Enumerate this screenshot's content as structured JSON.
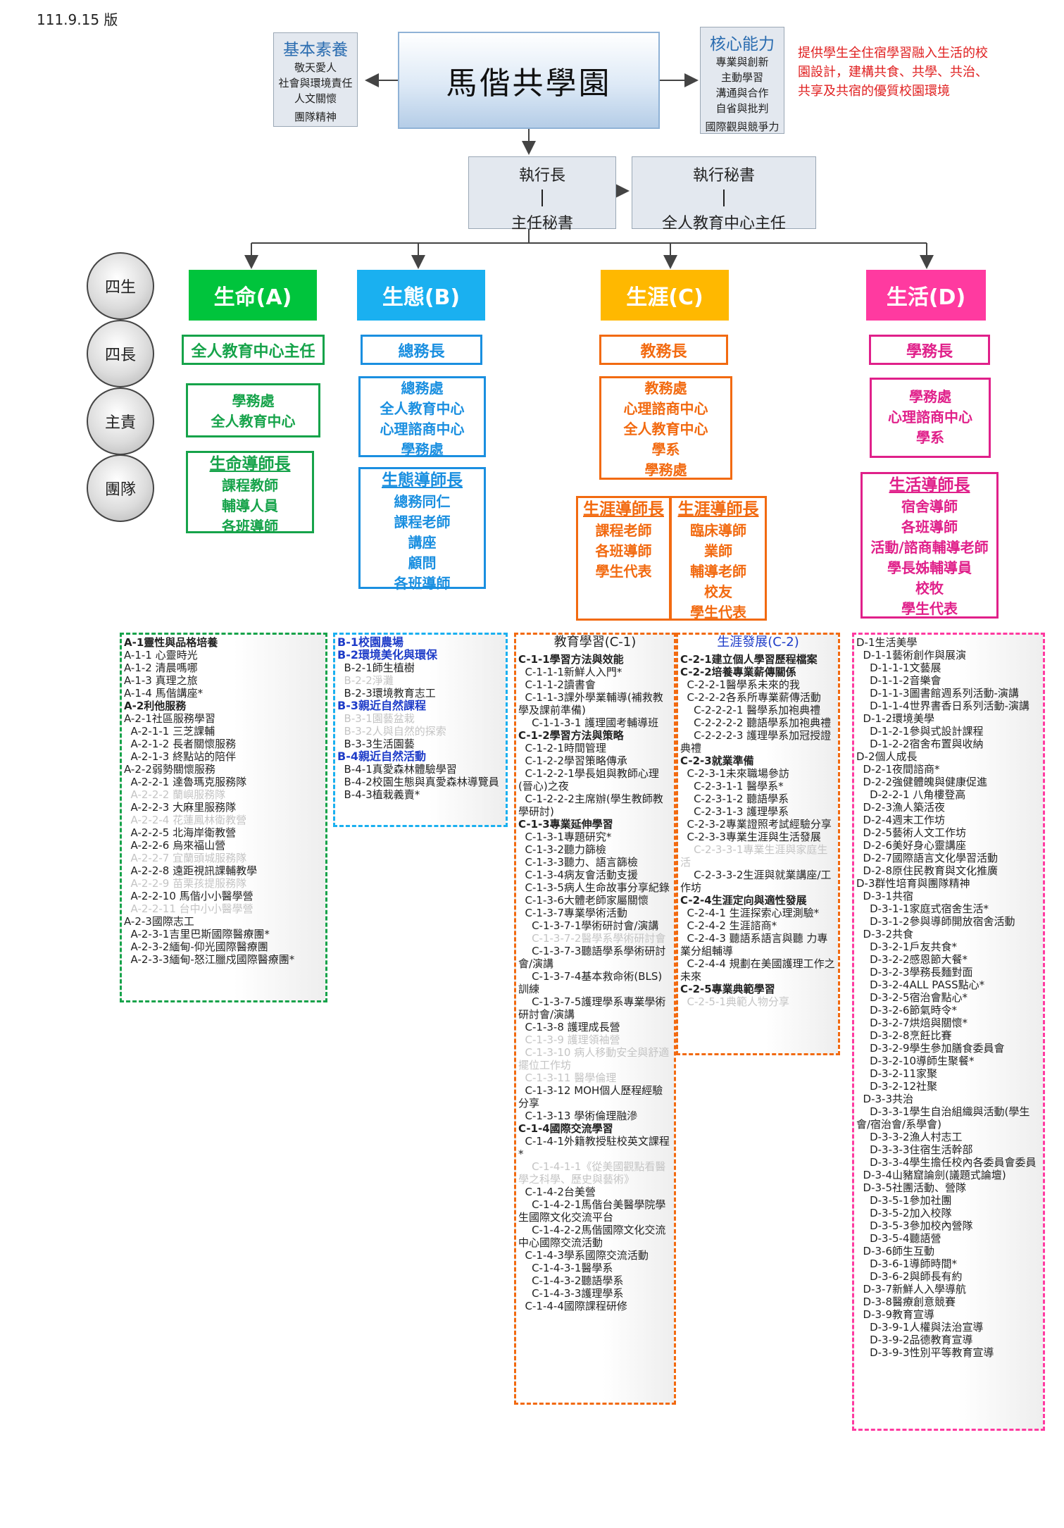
{
  "version": "111.9.15 版",
  "title": "馬偕共學園",
  "basic": {
    "head": "基本素養",
    "items": [
      "敬天愛人",
      "社會與環境責任",
      "人文關懷",
      "團隊精神"
    ]
  },
  "core": {
    "head": "核心能力",
    "items": [
      "專業與創新",
      "主動學習",
      "溝通與合作",
      "自省與批判",
      "國際觀與競爭力"
    ]
  },
  "vision": "提供學生全住宿學習融入生活的校園設計，建構共食、共學、共治、共享及共宿的優質校園環境",
  "exec": {
    "top1": "執行長",
    "bot1": "主任秘書",
    "top2": "執行秘書",
    "bot2": "全人教育中心主任"
  },
  "rows": [
    "四生",
    "四長",
    "主責",
    "團隊"
  ],
  "colors": {
    "A": "#00c43c",
    "B": "#1ab0f0",
    "C": "#ffb800",
    "D": "#ff3aa0"
  },
  "A": {
    "cat": "生命(A)",
    "lead": "全人教育中心主任",
    "resp": [
      "學務處",
      "全人教育中心"
    ],
    "team_head": "生命導師長",
    "team": [
      "課程教師",
      "輔導人員",
      "各班導師"
    ],
    "list": [
      {
        "t": "A-1靈性與品格培養",
        "s": "b"
      },
      {
        "t": "A-1-1 心靈時光"
      },
      {
        "t": "A-1-2 清晨嗎哪"
      },
      {
        "t": "A-1-3 真理之旅"
      },
      {
        "t": "A-1-4 馬偕講座*"
      },
      {
        "t": "A-2利他服務",
        "s": "b"
      },
      {
        "t": "A-2-1社區服務學習"
      },
      {
        "t": "  A-2-1-1 三芝課輔"
      },
      {
        "t": "  A-2-1-2 長者關懷服務"
      },
      {
        "t": "  A-2-1-3 終點站的陪伴"
      },
      {
        "t": "A-2-2弱勢關懷服務"
      },
      {
        "t": "  A-2-2-1 達魯瑪克服務隊"
      },
      {
        "t": "  A-2-2-2 蘭嶼服務隊",
        "s": "f"
      },
      {
        "t": "  A-2-2-3 大麻里服務隊"
      },
      {
        "t": "  A-2-2-4 花蓮鳳林衛教營",
        "s": "f"
      },
      {
        "t": "  A-2-2-5 北海岸衛教營"
      },
      {
        "t": "  A-2-2-6 烏來福山營"
      },
      {
        "t": "  A-2-2-7 宜蘭頭城服務隊",
        "s": "f"
      },
      {
        "t": "  A-2-2-8 遠距視訊課輔教學"
      },
      {
        "t": "  A-2-2-9 苗栗孩提服務隊",
        "s": "f"
      },
      {
        "t": "  A-2-2-10 馬偕小小醫學營"
      },
      {
        "t": "  A-2-2-11 台中小小醫學營",
        "s": "f"
      },
      {
        "t": "A-2-3國際志工"
      },
      {
        "t": "  A-2-3-1吉里巴斯國際醫療團*"
      },
      {
        "t": "  A-2-3-2緬甸-仰光國際醫療團"
      },
      {
        "t": "  A-2-3-3緬甸-怒江臘戍國際醫療團*"
      }
    ]
  },
  "B": {
    "cat": "生態(B)",
    "lead": "總務長",
    "resp": [
      "總務處",
      "全人教育中心",
      "心理諮商中心",
      "學務處"
    ],
    "team_head": "生態導師長",
    "team": [
      "總務同仁",
      "課程老師",
      "講座",
      "顧問",
      "各班導師"
    ],
    "list": [
      {
        "t": "B-1校園農場",
        "s": "u"
      },
      {
        "t": "B-2環境美化與環保",
        "s": "u"
      },
      {
        "t": "  B-2-1師生植樹"
      },
      {
        "t": "  B-2-2淨灘",
        "s": "f"
      },
      {
        "t": "  B-2-3環境教育志工"
      },
      {
        "t": "B-3親近自然課程",
        "s": "u"
      },
      {
        "t": "  B-3-1園藝盆栽",
        "s": "f"
      },
      {
        "t": "  B-3-2人與自然的探索",
        "s": "f"
      },
      {
        "t": "  B-3-3生活園藝"
      },
      {
        "t": "B-4親近自然活動",
        "s": "u"
      },
      {
        "t": "  B-4-1真愛森林體驗學習"
      },
      {
        "t": "  B-4-2校園生態與真愛森林導覽員"
      },
      {
        "t": "  B-4-3植栽義賣*"
      }
    ]
  },
  "C": {
    "cat": "生涯(C)",
    "lead": "教務長",
    "resp": [
      "教務處",
      "心理諮商中心",
      "全人教育中心",
      "學系",
      "學務處"
    ],
    "team1_head": "生涯導師長",
    "team1": [
      "課程老師",
      "各班導師",
      "學生代表"
    ],
    "team2_head": "生涯導師長",
    "team2": [
      "臨床導師",
      "業師",
      "輔導老師",
      "校友",
      "學生代表"
    ],
    "list1_head": "教育學習(C-1)",
    "list1": [
      {
        "t": "C-1-1學習方法與效能",
        "s": "b"
      },
      {
        "t": "  C-1-1-1新鮮人入門*"
      },
      {
        "t": "  C-1-1-2讀書會"
      },
      {
        "t": "  C-1-1-3課外學業輔導(補救教學及課前準備)"
      },
      {
        "t": "    C-1-1-3-1 護理國考輔導班"
      },
      {
        "t": "C-1-2學習方法與策略",
        "s": "b"
      },
      {
        "t": "  C-1-2-1時間管理"
      },
      {
        "t": "  C-1-2-2學習策略傳承"
      },
      {
        "t": "  C-1-2-2-1學長姐與教師心理(晉心)之夜"
      },
      {
        "t": "  C-1-2-2-2主席辦(學生教師教學研討)"
      },
      {
        "t": "C-1-3專業延伸學習",
        "s": "b"
      },
      {
        "t": "  C-1-3-1專題研究*"
      },
      {
        "t": "  C-1-3-2聽力篩檢"
      },
      {
        "t": "  C-1-3-3聽力、語言篩檢"
      },
      {
        "t": "  C-1-3-4病友會活動支援"
      },
      {
        "t": "  C-1-3-5病人生命故事分享紀錄"
      },
      {
        "t": "  C-1-3-6大體老師家屬關懷"
      },
      {
        "t": "  C-1-3-7專業學術活動"
      },
      {
        "t": "    C-1-3-7-1學術研討會/演講"
      },
      {
        "t": "    C-1-3-7-2醫學系學術研討會",
        "s": "f"
      },
      {
        "t": "    C-1-3-7-3聽語學系學術研討會/演講"
      },
      {
        "t": "    C-1-3-7-4基本救命術(BLS)訓練"
      },
      {
        "t": "    C-1-3-7-5護理學系專業學術研討會/演講"
      },
      {
        "t": "  C-1-3-8 護理成長營"
      },
      {
        "t": "  C-1-3-9 護理領袖營",
        "s": "f"
      },
      {
        "t": "  C-1-3-10 病人移動安全與舒適擺位工作坊",
        "s": "f"
      },
      {
        "t": "  C-1-3-11 醫學倫理",
        "s": "f"
      },
      {
        "t": "  C-1-3-12 MOH個人歷程經驗分享"
      },
      {
        "t": "  C-1-3-13 學術倫理融滲"
      },
      {
        "t": "C-1-4國際交流學習",
        "s": "b"
      },
      {
        "t": "  C-1-4-1外籍教授駐校英文課程*"
      },
      {
        "t": "    C-1-4-1-1《從美國觀點看醫學之科學、歷史與藝術》",
        "s": "f"
      },
      {
        "t": "  C-1-4-2台美營"
      },
      {
        "t": "    C-1-4-2-1馬偕台美醫學院學生國際文化交流平台"
      },
      {
        "t": "    C-1-4-2-2馬偕國際文化交流中心國際交流活動"
      },
      {
        "t": "  C-1-4-3學系國際交流活動"
      },
      {
        "t": "    C-1-4-3-1醫學系"
      },
      {
        "t": "    C-1-4-3-2聽語學系"
      },
      {
        "t": "    C-1-4-3-3護理學系"
      },
      {
        "t": "  C-1-4-4國際課程研修"
      }
    ],
    "list2_head": "生涯發展(C-2)",
    "list2": [
      {
        "t": "C-2-1建立個人學習歷程檔案",
        "s": "b"
      },
      {
        "t": "C-2-2培養專業薪傳關係",
        "s": "b"
      },
      {
        "t": "  C-2-2-1醫學系未來的我"
      },
      {
        "t": "  C-2-2-2各系所專業薪傳活動"
      },
      {
        "t": "    C-2-2-2-1 醫學系加袍典禮"
      },
      {
        "t": "    C-2-2-2-2 聽語學系加袍典禮"
      },
      {
        "t": "    C-2-2-2-3 護理學系加冠授證典禮"
      },
      {
        "t": "C-2-3就業準備",
        "s": "b"
      },
      {
        "t": "  C-2-3-1未來職場參訪"
      },
      {
        "t": "    C-2-3-1-1 醫學系*"
      },
      {
        "t": "    C-2-3-1-2 聽語學系"
      },
      {
        "t": "    C-2-3-1-3 護理學系"
      },
      {
        "t": "  C-2-3-2專業證照考試經驗分享"
      },
      {
        "t": "  C-2-3-3專業生涯與生活發展"
      },
      {
        "t": "    C-2-3-3-1專業生涯與家庭生活",
        "s": "f"
      },
      {
        "t": "    C-2-3-3-2生涯與就業講座/工作坊"
      },
      {
        "t": "C-2-4生涯定向與適性發展",
        "s": "b"
      },
      {
        "t": "  C-2-4-1 生涯探索心理測驗*"
      },
      {
        "t": "  C-2-4-2 生涯諮商*"
      },
      {
        "t": "  C-2-4-3 聽語系語言與聽 力專業分組輔導"
      },
      {
        "t": "  C-2-4-4 規劃在美國護理工作之未來"
      },
      {
        "t": "C-2-5專業典範學習",
        "s": "b"
      },
      {
        "t": "  C-2-5-1典範人物分享",
        "s": "f"
      }
    ]
  },
  "D": {
    "cat": "生活(D)",
    "lead": "學務長",
    "resp": [
      "學務處",
      "心理諮商中心",
      "學系"
    ],
    "team_head": "生活導師長",
    "team": [
      "宿舍導師",
      "各班導師",
      "活動/諮商輔導老師",
      "學長姊輔導員",
      "校牧",
      "學生代表"
    ],
    "list": [
      {
        "t": "D-1生活美學"
      },
      {
        "t": "  D-1-1藝術創作與展演"
      },
      {
        "t": "    D-1-1-1文藝展"
      },
      {
        "t": "    D-1-1-2音樂會"
      },
      {
        "t": "    D-1-1-3圖書館週系列活動-演講"
      },
      {
        "t": "    D-1-1-4世界書香日系列活動-演講"
      },
      {
        "t": "  D-1-2環境美學"
      },
      {
        "t": "    D-1-2-1參與式設計課程"
      },
      {
        "t": "    D-1-2-2宿舍布置與收納"
      },
      {
        "t": "D-2個人成長"
      },
      {
        "t": "  D-2-1夜間諮商*"
      },
      {
        "t": "  D-2-2強健體魄與健康促進"
      },
      {
        "t": "    D-2-2-1 八角樓登高"
      },
      {
        "t": "  D-2-3漁人築活夜"
      },
      {
        "t": "  D-2-4週末工作坊"
      },
      {
        "t": "  D-2-5藝術人文工作坊"
      },
      {
        "t": "  D-2-6美好身心靈講座"
      },
      {
        "t": "  D-2-7國際語言文化學習活動"
      },
      {
        "t": "  D-2-8原住民教育與文化推廣"
      },
      {
        "t": "D-3群性培育與團隊精神"
      },
      {
        "t": "  D-3-1共宿"
      },
      {
        "t": "    D-3-1-1家庭式宿舍生活*"
      },
      {
        "t": "    D-3-1-2參與導師開放宿舍活動"
      },
      {
        "t": "  D-3-2共食"
      },
      {
        "t": "    D-3-2-1戶友共食*"
      },
      {
        "t": "    D-3-2-2感恩節大餐*"
      },
      {
        "t": "    D-3-2-3學務長麵對面"
      },
      {
        "t": "    D-3-2-4ALL PASS點心*"
      },
      {
        "t": "    D-3-2-5宿治會點心*"
      },
      {
        "t": "    D-3-2-6節氣時令*"
      },
      {
        "t": "    D-3-2-7烘焙與關懷*"
      },
      {
        "t": "    D-3-2-8烹飪比賽"
      },
      {
        "t": "    D-3-2-9學生參加膳食委員會"
      },
      {
        "t": "    D-3-2-10導師生聚餐*"
      },
      {
        "t": "    D-3-2-11家聚"
      },
      {
        "t": "    D-3-2-12社聚"
      },
      {
        "t": "  D-3-3共治"
      },
      {
        "t": "    D-3-3-1學生自治組織與活動(學生會/宿治會/系學會)"
      },
      {
        "t": "    D-3-3-2漁人村志工"
      },
      {
        "t": "    D-3-3-3住宿生活幹部"
      },
      {
        "t": "    D-3-3-4學生擔任校內各委員會委員"
      },
      {
        "t": "  D-3-4山豬窟論劍(議題式論壇)"
      },
      {
        "t": "  D-3-5社團活動、營隊"
      },
      {
        "t": "    D-3-5-1參加社團"
      },
      {
        "t": "    D-3-5-2加入校隊"
      },
      {
        "t": "    D-3-5-3參加校內營隊"
      },
      {
        "t": "    D-3-5-4聽語營"
      },
      {
        "t": "  D-3-6師生互動"
      },
      {
        "t": "    D-3-6-1導師時間*"
      },
      {
        "t": "    D-3-6-2與師長有約"
      },
      {
        "t": "  D-3-7新鮮人入學導航"
      },
      {
        "t": "  D-3-8醫療創意競賽"
      },
      {
        "t": "  D-3-9教育宣導"
      },
      {
        "t": "    D-3-9-1人權與法治宣導"
      },
      {
        "t": "    D-3-9-2品德教育宣導"
      },
      {
        "t": "    D-3-9-3性別平等教育宣導"
      }
    ]
  }
}
